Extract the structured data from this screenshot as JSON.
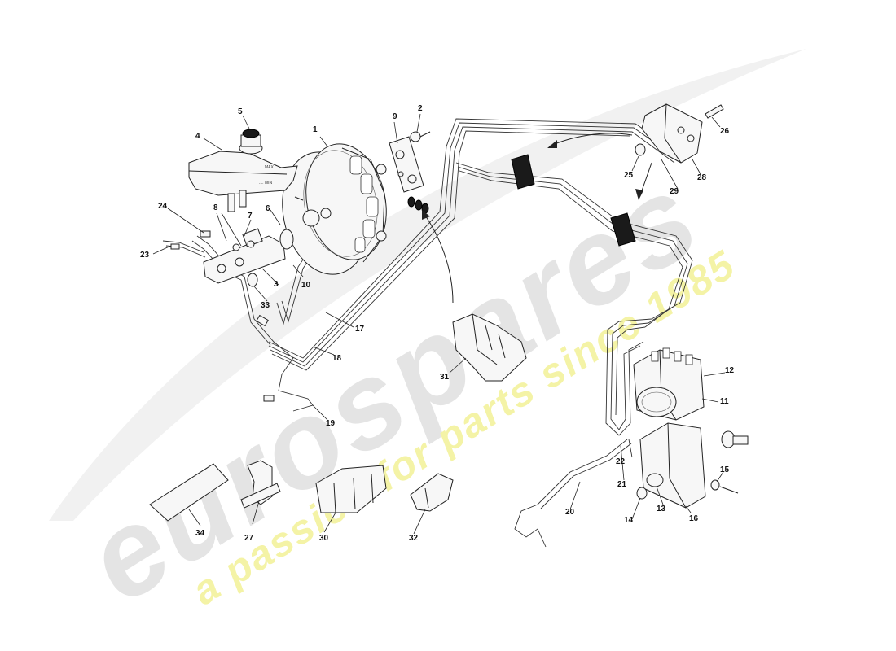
{
  "watermark": {
    "brand": "eurospares",
    "tagline": "a passion for parts since 1985"
  },
  "callouts": [
    {
      "id": "1",
      "text": "1"
    },
    {
      "id": "2",
      "text": "2"
    },
    {
      "id": "3",
      "text": "3"
    },
    {
      "id": "4",
      "text": "4"
    },
    {
      "id": "5",
      "text": "5"
    },
    {
      "id": "6",
      "text": "6"
    },
    {
      "id": "7",
      "text": "7"
    },
    {
      "id": "8",
      "text": "8"
    },
    {
      "id": "9",
      "text": "9"
    },
    {
      "id": "10",
      "text": "10"
    },
    {
      "id": "11",
      "text": "11"
    },
    {
      "id": "12",
      "text": "12"
    },
    {
      "id": "13",
      "text": "13"
    },
    {
      "id": "14",
      "text": "14"
    },
    {
      "id": "15",
      "text": "15"
    },
    {
      "id": "16",
      "text": "16"
    },
    {
      "id": "17",
      "text": "17"
    },
    {
      "id": "18",
      "text": "18"
    },
    {
      "id": "19",
      "text": "19"
    },
    {
      "id": "20",
      "text": "20"
    },
    {
      "id": "21",
      "text": "21"
    },
    {
      "id": "22",
      "text": "22"
    },
    {
      "id": "23",
      "text": "23"
    },
    {
      "id": "24",
      "text": "24"
    },
    {
      "id": "25",
      "text": "25"
    },
    {
      "id": "26",
      "text": "26"
    },
    {
      "id": "27",
      "text": "27"
    },
    {
      "id": "28",
      "text": "28"
    },
    {
      "id": "29",
      "text": "29"
    },
    {
      "id": "30",
      "text": "30"
    },
    {
      "id": "31",
      "text": "31"
    },
    {
      "id": "32",
      "text": "32"
    },
    {
      "id": "33",
      "text": "33"
    },
    {
      "id": "34",
      "text": "34"
    }
  ],
  "colors": {
    "watermark_brand": "#e4e4e4",
    "watermark_tagline": "#f4f3a6",
    "line": "#222222"
  }
}
